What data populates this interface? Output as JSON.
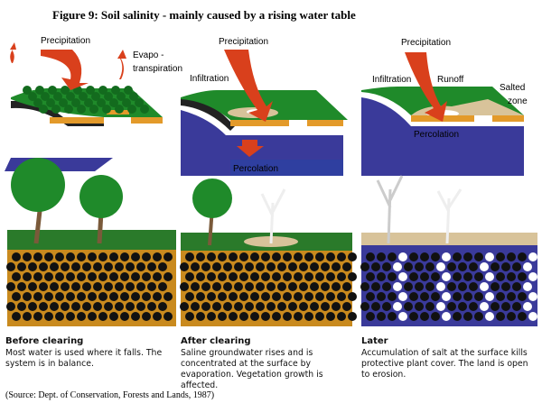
{
  "title": "Figure 9:  Soil salinity - mainly caused by a rising water table",
  "panels": [
    {
      "labels": {
        "precipitation": "Precipitation",
        "evapo1": "Evapo -",
        "evapo2": "transpiration"
      },
      "caption_title": "Before clearing",
      "caption_text": "Most water is used where it falls. The system is in balance."
    },
    {
      "labels": {
        "precipitation": "Precipitation",
        "infiltration": "Infiltration",
        "percolation": "Percolation"
      },
      "caption_title": "After clearing",
      "caption_text": "Saline groundwater rises and is concentrated at the surface by evaporation. Vegetation growth is affected."
    },
    {
      "labels": {
        "precipitation": "Precipitation",
        "infiltration": "Infiltration",
        "runoff": "Runoff",
        "salted1": "Salted",
        "salted2": "zone",
        "percolation": "Percolation"
      },
      "caption_title": "Later",
      "caption_text": "Accumulation of salt at the surface kills protective plant cover. The land is open to erosion."
    }
  ],
  "source": "(Source: Dept. of Conservation, Forests and Lands, 1987)",
  "colors": {
    "grass": "#1f8a2a",
    "arrow": "#d9401c",
    "water": "#3a3a9a",
    "soil": "#e39a2a",
    "salt": "#d8c39a"
  }
}
